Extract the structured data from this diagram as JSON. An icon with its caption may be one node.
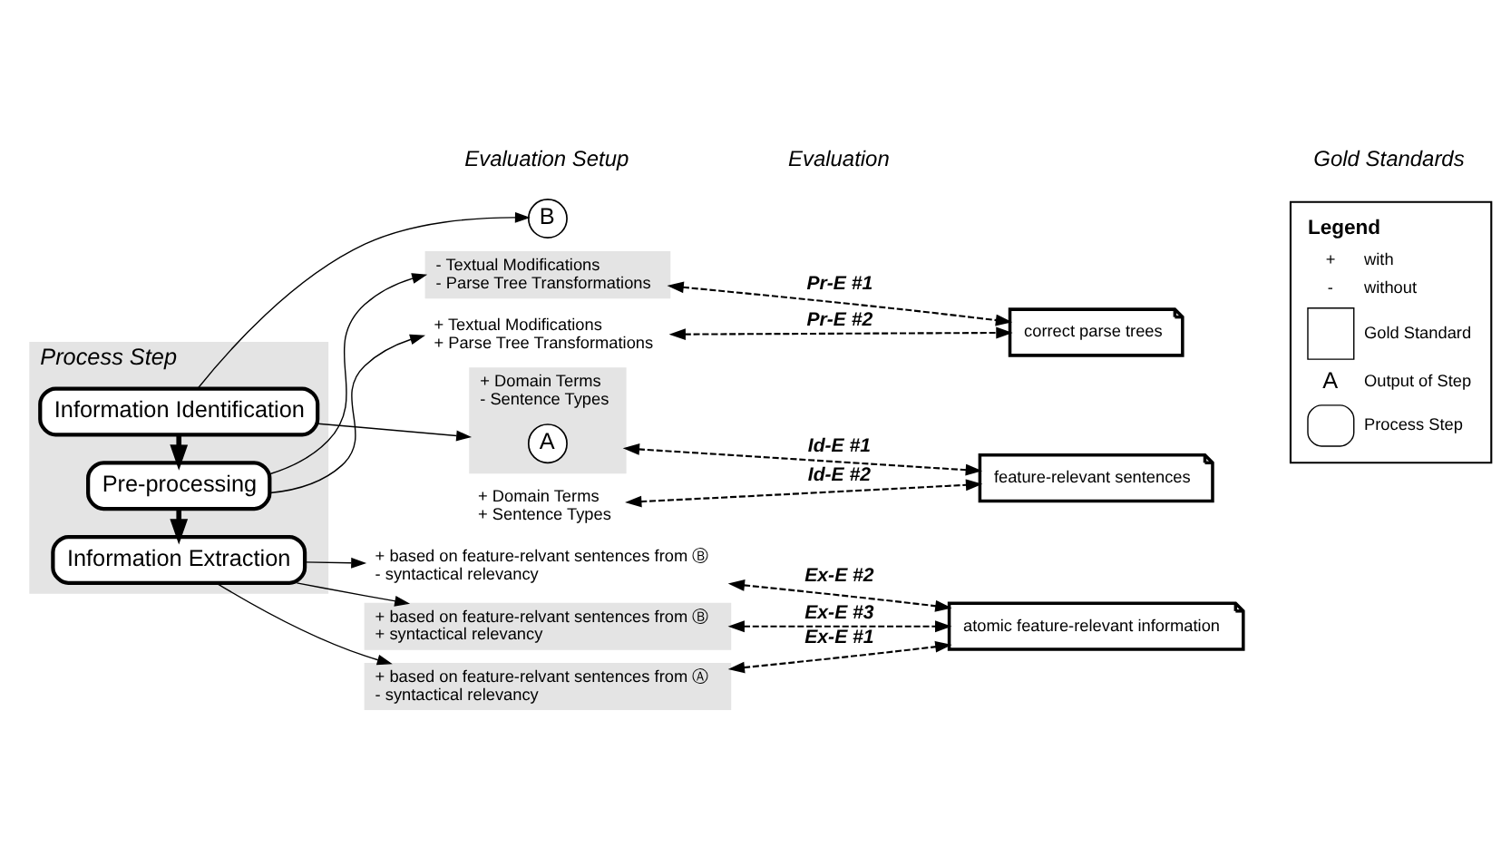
{
  "diagram": {
    "nodes": [
      {
        "text": [
          "Process Step"
        ]
      },
      {
        "text": [
          "Information Identification"
        ],
        "in": 0
      },
      {
        "text": [
          "Pre-processing"
        ],
        "in": 0
      },
      {
        "text": [
          "Information Extraction"
        ],
        "in": 0
      },
      {
        "text": [
          "+ Domain Terms",
          "- Sentence Types"
        ]
      },
      {
        "text": [
          "A"
        ],
        "in": 4
      },
      {
        "text": [
          "B"
        ]
      },
      {
        "text": [
          "+ Domain Terms",
          "+ Sentence Types"
        ]
      },
      {
        "text": [
          "- Textual Modifications",
          "- Parse Tree Transformations"
        ]
      },
      {
        "text": [
          "+ Textual Modifications",
          "+ Parse Tree Transformations"
        ]
      },
      {
        "text": [
          "+ based on feature-relvant sentences from Ⓐ",
          "- syntactical relevancy"
        ]
      },
      {
        "text": [
          "+ based on feature-relvant sentences from Ⓑ",
          "- syntactical relevancy"
        ]
      },
      {
        "text": [
          "+ based on feature-relvant sentences from Ⓑ",
          "+ syntactical relevancy"
        ]
      },
      {
        "text": [
          "feature-relevant sentences"
        ]
      },
      {
        "text": [
          "correct parse trees"
        ]
      },
      {
        "text": [
          "atomic feature-relevant information"
        ]
      }
    ],
    "edges": [
      {
        "from": 1,
        "to": 2,
        "arrow": "to",
        "style": "thick"
      },
      {
        "from": 2,
        "to": 3,
        "arrow": "to",
        "style": "thick"
      },
      {
        "from": 1,
        "to": 4,
        "arrow": "to"
      },
      {
        "from": 1,
        "to": 6,
        "arrow": "to"
      },
      {
        "from": 2,
        "to": 8,
        "arrow": "to"
      },
      {
        "from": 2,
        "to": 9,
        "arrow": "to"
      },
      {
        "from": 3,
        "to": 10,
        "arrow": "to"
      },
      {
        "from": 3,
        "to": 11,
        "arrow": "to"
      },
      {
        "from": 3,
        "to": 12,
        "arrow": "to"
      },
      {
        "from": 4,
        "to": 13,
        "arrow": "both",
        "style": "dashed",
        "label": "Id-E #1"
      },
      {
        "from": 7,
        "to": 13,
        "arrow": "both",
        "style": "dashed",
        "label": "Id-E #2"
      },
      {
        "from": 8,
        "to": 14,
        "arrow": "both",
        "style": "dashed",
        "label": "Pr-E #1"
      },
      {
        "from": 9,
        "to": 14,
        "arrow": "both",
        "style": "dashed",
        "label": "Pr-E #2"
      },
      {
        "from": 10,
        "to": 15,
        "arrow": "both",
        "style": "dashed",
        "label": "Ex-E #1"
      },
      {
        "from": 11,
        "to": 15,
        "arrow": "both",
        "style": "dashed",
        "label": "Ex-E #2"
      },
      {
        "from": 12,
        "to": 15,
        "arrow": "both",
        "style": "dashed",
        "label": "Ex-E #3"
      }
    ],
    "labels": [
      "Evaluation Setup",
      "Evaluation",
      "Gold Standards",
      "Legend",
      "+",
      "-",
      "A"
    ],
    "legend": [
      {
        "text": "with"
      },
      {
        "text": "without"
      },
      {
        "text": "Gold Standard"
      },
      {
        "text": "Output of Step"
      },
      {
        "text": "Process Step"
      }
    ]
  }
}
